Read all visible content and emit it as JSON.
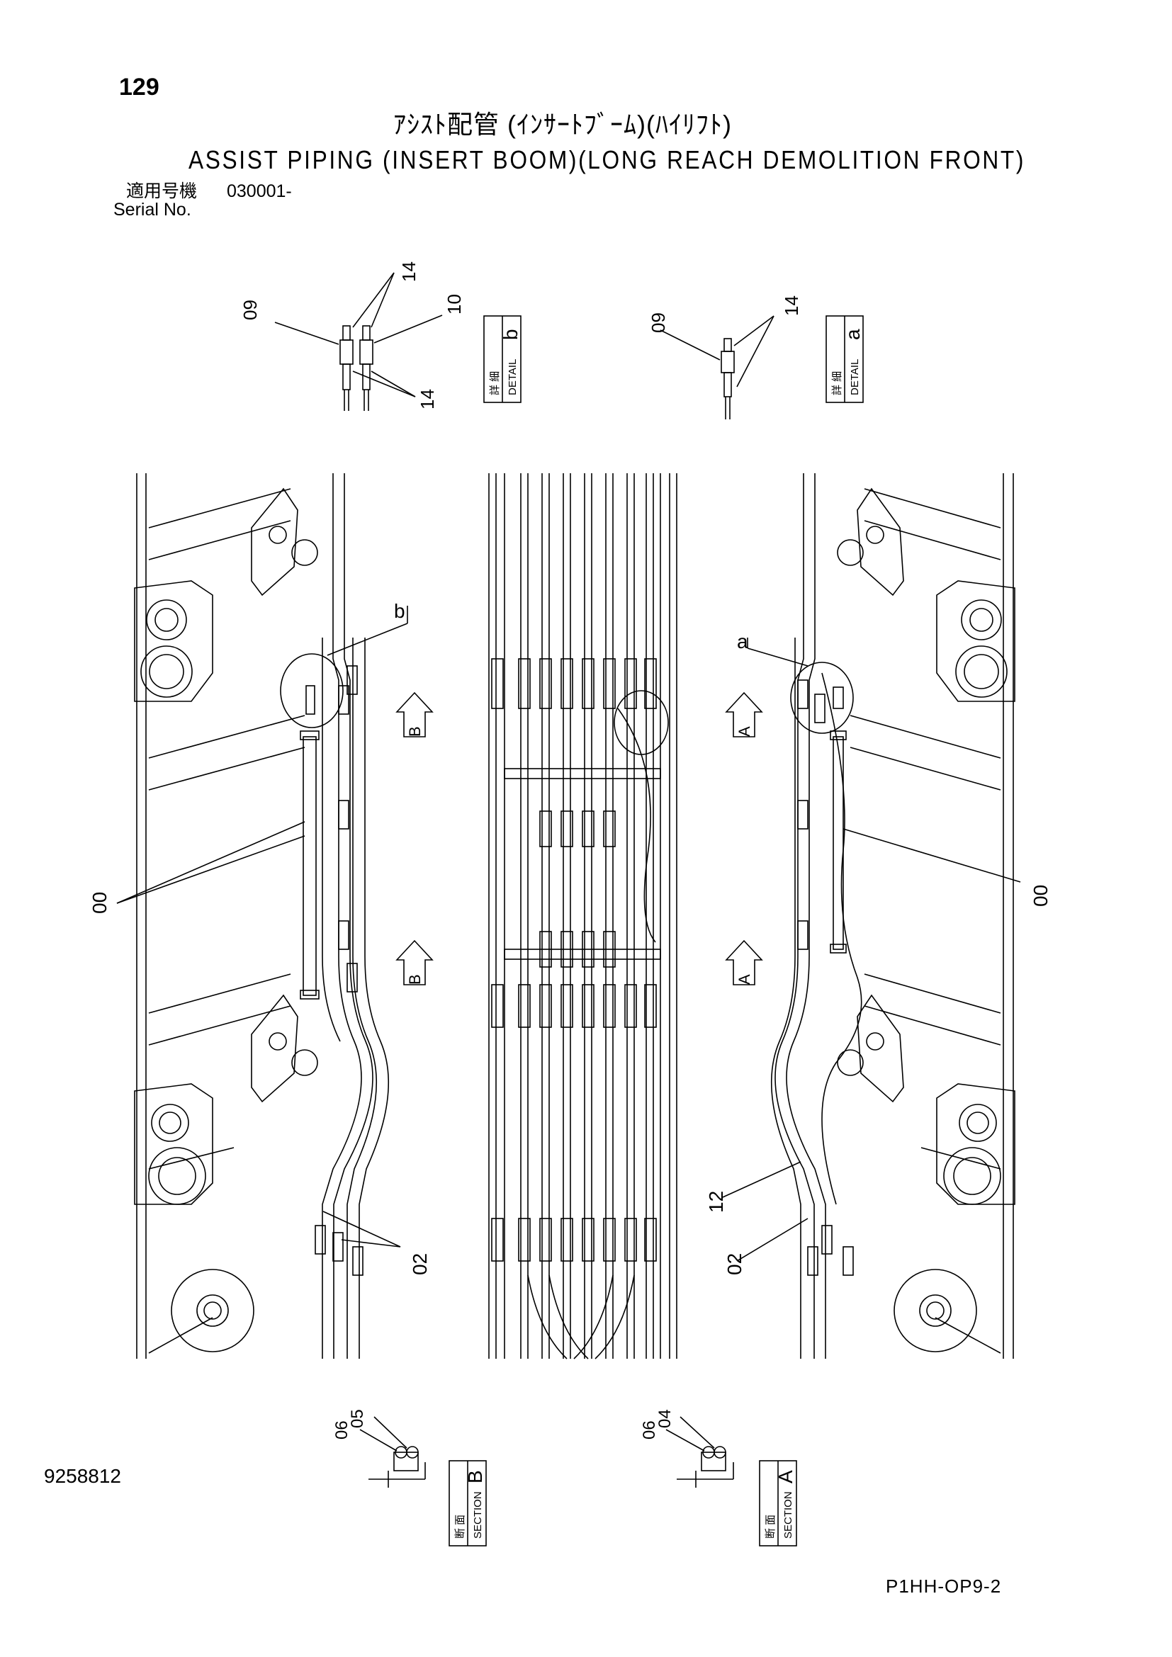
{
  "header": {
    "page_number": "129",
    "title_jp": "ｱｼｽﾄ配管 (ｲﾝｻｰﾄﾌﾞｰﾑ)(ﾊｲﾘﾌﾄ)",
    "title_en": "ASSIST PIPING (INSERT BOOM)(LONG REACH DEMOLITION FRONT)",
    "serial_label_jp": "適用号機",
    "serial_value": "030001-",
    "serial_label_en": "Serial No."
  },
  "details": {
    "detail_b": {
      "jp": "詳 細",
      "en": "DETAIL",
      "letter": "b",
      "callouts": [
        "09",
        "14",
        "10",
        "14"
      ]
    },
    "detail_a": {
      "jp": "詳 細",
      "en": "DETAIL",
      "letter": "a",
      "callouts": [
        "09",
        "14"
      ]
    }
  },
  "main_view": {
    "callouts": {
      "b": "b",
      "a": "a",
      "left_00": "00",
      "right_00": "00",
      "right_12": "12",
      "left_02": "02",
      "right_02": "02"
    },
    "section_arrows": [
      "B",
      "B",
      "A",
      "A"
    ]
  },
  "sections": {
    "section_b": {
      "jp": "断 面",
      "en": "SECTION",
      "letter": "B",
      "callouts": [
        "06",
        "05"
      ]
    },
    "section_a": {
      "jp": "断 面",
      "en": "SECTION",
      "letter": "A",
      "callouts": [
        "06",
        "04"
      ]
    }
  },
  "footer": {
    "doc_number": "9258812",
    "page_code": "P1HH-OP9-2"
  },
  "colors": {
    "line": "#000000",
    "background": "#ffffff"
  }
}
